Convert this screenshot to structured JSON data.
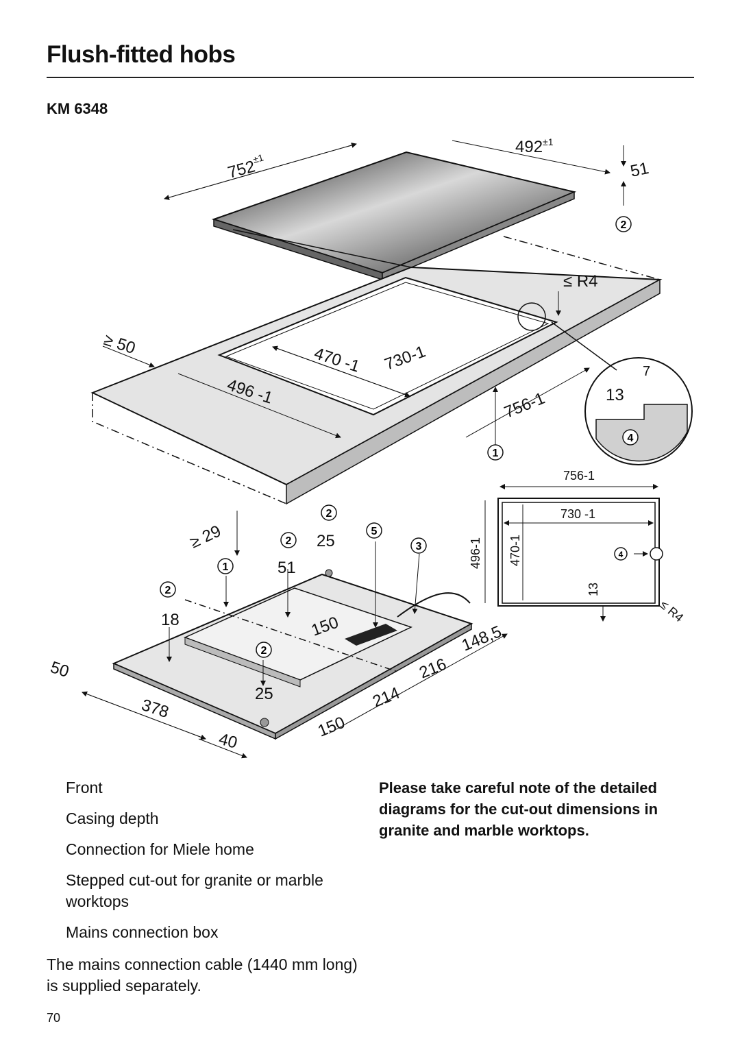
{
  "header": {
    "title": "Flush-fitted hobs",
    "model": "KM 6348"
  },
  "diagram": {
    "hob_width": "752",
    "hob_width_tol": "±1",
    "hob_depth": "492",
    "hob_depth_tol": "±1",
    "hob_height": "51",
    "min_edge_left": "≥ 50",
    "cutout_inner_depth": "470 -1",
    "cutout_inner_width": "730-1",
    "cutout_outer_depth": "496 -1",
    "cutout_outer_width": "756-1",
    "radius": "≤ R4",
    "detail_13": "13",
    "detail_7": "7",
    "min_thickness": "≥ 29",
    "top_outer_width": "756-1",
    "top_inner_width": "730 -1",
    "top_outer_depth": "496-1",
    "top_inner_depth": "470-1",
    "top_13": "13",
    "top_radius": "≤ R4",
    "dim_25a": "25",
    "dim_51": "51",
    "dim_18": "18",
    "dim_150a": "150",
    "dim_148": "148,5",
    "dim_216": "216",
    "dim_214": "214",
    "dim_150b": "150",
    "dim_50": "50",
    "dim_378": "378",
    "dim_40": "40",
    "dim_25b": "25",
    "marker_1": "1",
    "marker_2": "2",
    "marker_3": "3",
    "marker_4": "4",
    "marker_5": "5"
  },
  "legend": {
    "item1": "Front",
    "item2": "Casing depth",
    "item3": "Connection for Miele   home",
    "item4": "Stepped cut-out for granite or marble worktops",
    "item5": "Mains connection box"
  },
  "note": "The mains connection cable (1440 mm long) is supplied separately.",
  "warning": "Please take careful note of the detailed diagrams for the cut-out dimensions in granite and marble worktops.",
  "page_number": "70"
}
